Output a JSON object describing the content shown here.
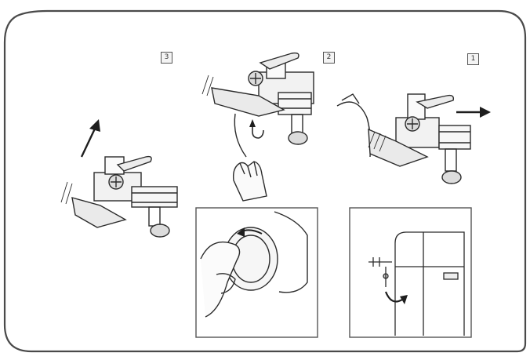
{
  "steps": [
    {
      "number": "3"
    },
    {
      "number": "2"
    },
    {
      "number": "1"
    }
  ],
  "colors": {
    "frame": "#4a4a4a",
    "line": "#2b2b2b",
    "inset_border": "#555555",
    "background": "#ffffff"
  }
}
